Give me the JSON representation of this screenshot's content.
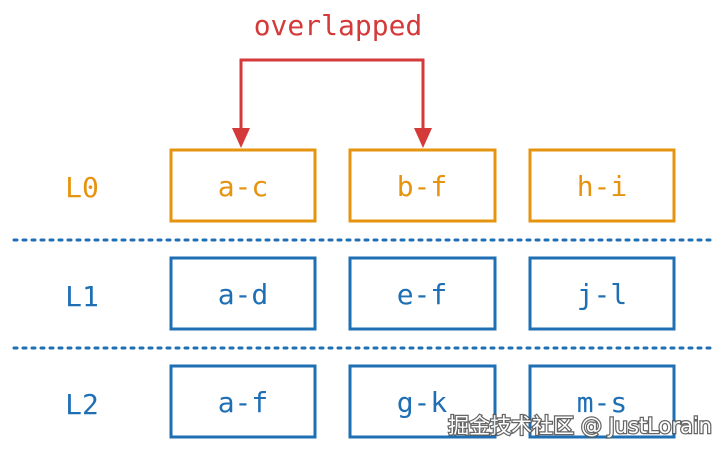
{
  "annotation": {
    "label": "overlapped",
    "color": "#d43a3a"
  },
  "colors": {
    "level0": "#e69410",
    "level_other": "#1f6fb5",
    "separator": "#1f6fb5"
  },
  "levels": [
    {
      "label": "L0",
      "ranges": [
        "a-c",
        "b-f",
        "h-i"
      ]
    },
    {
      "label": "L1",
      "ranges": [
        "a-d",
        "e-f",
        "j-l"
      ]
    },
    {
      "label": "L2",
      "ranges": [
        "a-f",
        "g-k",
        "m-s"
      ]
    }
  ],
  "watermark": {
    "text": "掘金技术社区 @ JustLorain"
  }
}
